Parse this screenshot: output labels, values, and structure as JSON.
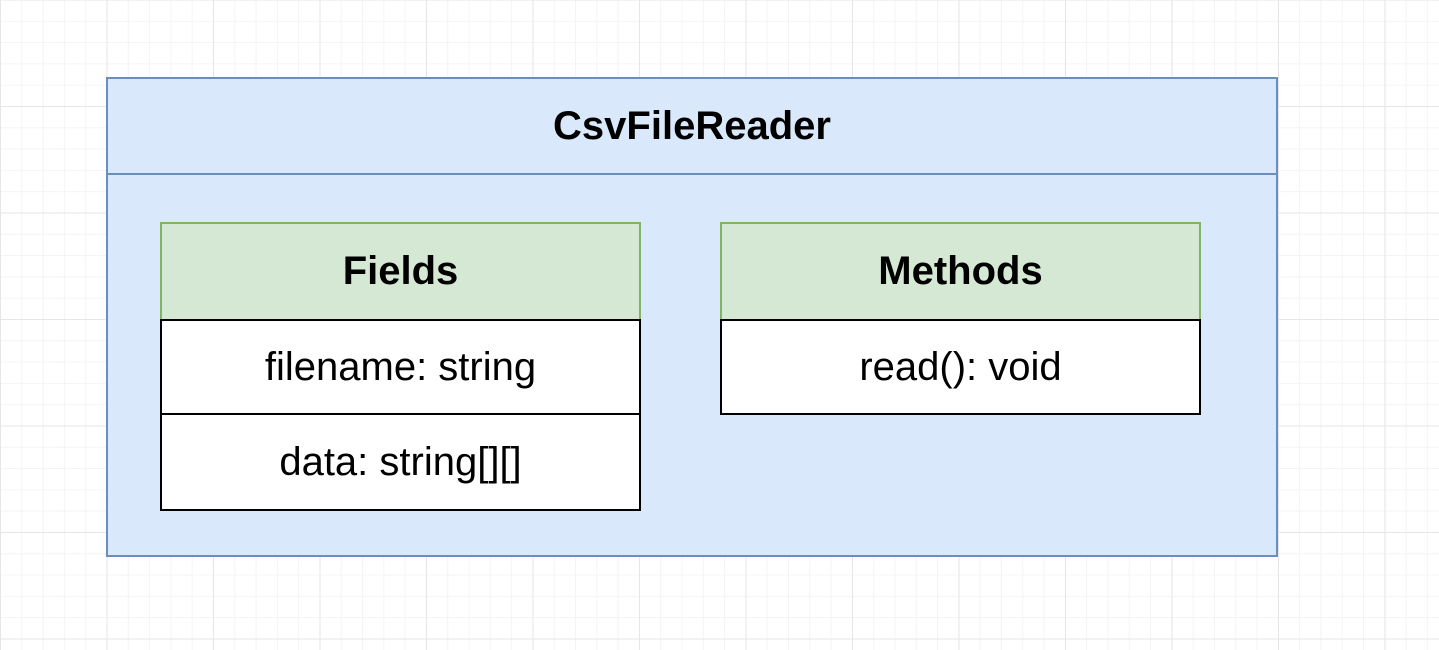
{
  "class": {
    "name": "CsvFileReader"
  },
  "fields": {
    "title": "Fields",
    "items": [
      {
        "label": "filename: string"
      },
      {
        "label": "data: string[][]"
      }
    ]
  },
  "methods": {
    "title": "Methods",
    "items": [
      {
        "label": "read(): void"
      }
    ]
  },
  "colors": {
    "class_fill": "#dae8fc",
    "class_stroke": "#6c8ebf",
    "section_header_fill": "#d5e8d4",
    "section_header_stroke": "#82b366",
    "member_fill": "#ffffff",
    "member_stroke": "#000000"
  }
}
